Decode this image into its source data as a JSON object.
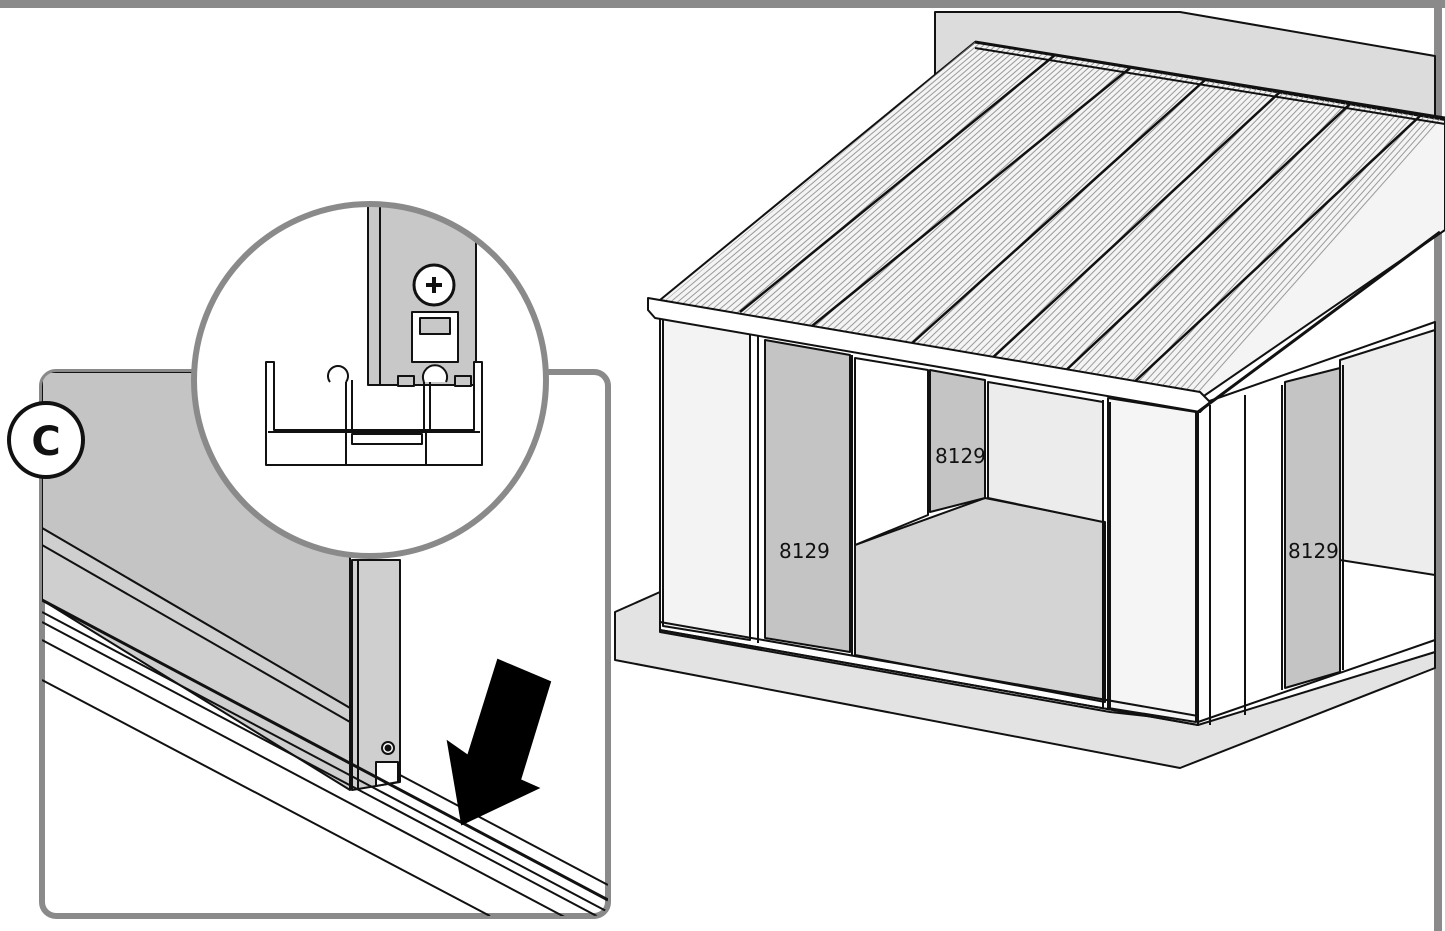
{
  "step_label": "C",
  "part_labels": {
    "left_panel": "8129",
    "back_panel": "8129",
    "side_panel": "8129"
  },
  "colors": {
    "panel_fill": "#c4c4c4",
    "frame_fill": "#d9d9d9",
    "floor_fill": "#e3e3e3",
    "outline": "#111111",
    "page_border": "#8a8a8a",
    "arrow": "#000000"
  },
  "icons": {
    "screw": "phillips-screw-icon",
    "arrow": "down-left-arrow-icon"
  }
}
